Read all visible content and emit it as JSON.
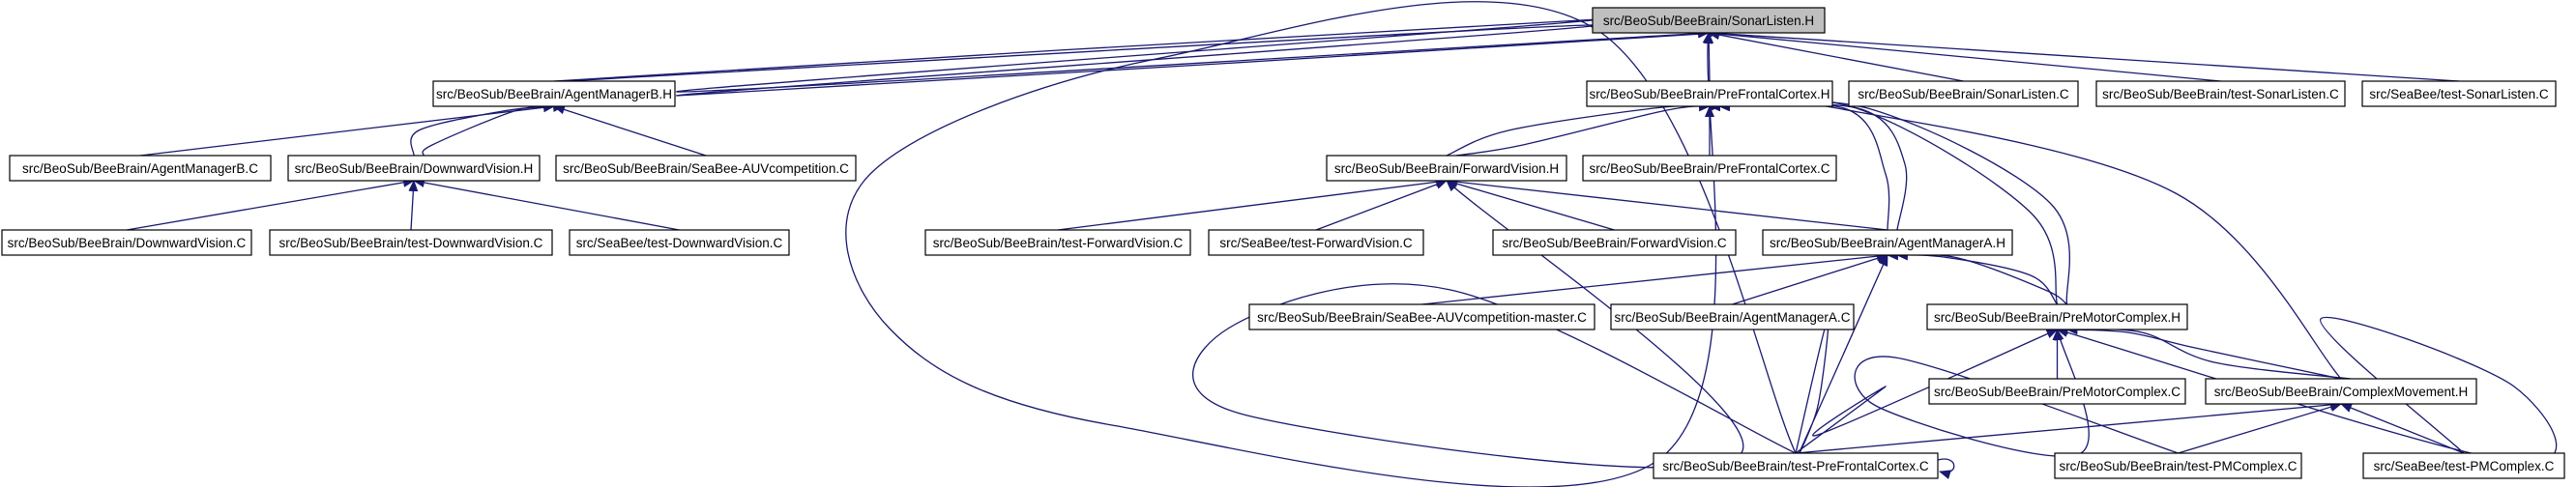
{
  "diagram": {
    "colors": {
      "edge": "#191970",
      "node_border": "#000000",
      "root_fill": "#bfbfbf",
      "node_fill": "#ffffff"
    },
    "nodes": [
      {
        "id": "sonarlisten_h",
        "label": "src/BeoSub/BeeBrain/SonarListen.H",
        "root": true
      },
      {
        "id": "agentmanagerb_h",
        "label": "src/BeoSub/BeeBrain/AgentManagerB.H"
      },
      {
        "id": "prefrontalcortex_h",
        "label": "src/BeoSub/BeeBrain/PreFrontalCortex.H"
      },
      {
        "id": "sonarlisten_c",
        "label": "src/BeoSub/BeeBrain/SonarListen.C"
      },
      {
        "id": "test_sonarlisten_c",
        "label": "src/BeoSub/BeeBrain/test-SonarListen.C"
      },
      {
        "id": "seabee_test_sonarlisten_c",
        "label": "src/SeaBee/test-SonarListen.C"
      },
      {
        "id": "agentmanagerb_c",
        "label": "src/BeoSub/BeeBrain/AgentManagerB.C"
      },
      {
        "id": "downwardvision_h",
        "label": "src/BeoSub/BeeBrain/DownwardVision.H"
      },
      {
        "id": "seabee_auvcompetition_c",
        "label": "src/BeoSub/BeeBrain/SeaBee-AUVcompetition.C"
      },
      {
        "id": "forwardvision_h",
        "label": "src/BeoSub/BeeBrain/ForwardVision.H"
      },
      {
        "id": "prefrontalcortex_c",
        "label": "src/BeoSub/BeeBrain/PreFrontalCortex.C"
      },
      {
        "id": "downwardvision_c",
        "label": "src/BeoSub/BeeBrain/DownwardVision.C"
      },
      {
        "id": "test_downwardvision_c",
        "label": "src/BeoSub/BeeBrain/test-DownwardVision.C"
      },
      {
        "id": "seabee_test_downwardvision_c",
        "label": "src/SeaBee/test-DownwardVision.C"
      },
      {
        "id": "test_forwardvision_c",
        "label": "src/BeoSub/BeeBrain/test-ForwardVision.C"
      },
      {
        "id": "seabee_test_forwardvision_c",
        "label": "src/SeaBee/test-ForwardVision.C"
      },
      {
        "id": "forwardvision_c",
        "label": "src/BeoSub/BeeBrain/ForwardVision.C"
      },
      {
        "id": "agentmanagera_h",
        "label": "src/BeoSub/BeeBrain/AgentManagerA.H"
      },
      {
        "id": "seabee_auvcompetition_master_c",
        "label": "src/BeoSub/BeeBrain/SeaBee-AUVcompetition-master.C"
      },
      {
        "id": "agentmanagera_c",
        "label": "src/BeoSub/BeeBrain/AgentManagerA.C"
      },
      {
        "id": "premotorcomplex_h",
        "label": "src/BeoSub/BeeBrain/PreMotorComplex.H"
      },
      {
        "id": "premotorcomplex_c",
        "label": "src/BeoSub/BeeBrain/PreMotorComplex.C"
      },
      {
        "id": "complexmovement_h",
        "label": "src/BeoSub/BeeBrain/ComplexMovement.H"
      },
      {
        "id": "test_prefrontalcortex_c",
        "label": "src/BeoSub/BeeBrain/test-PreFrontalCortex.C"
      },
      {
        "id": "test_pmcomplex_c",
        "label": "src/BeoSub/BeeBrain/test-PMComplex.C"
      },
      {
        "id": "seabee_test_pmcomplex_c",
        "label": "src/SeaBee/test-PMComplex.C"
      }
    ],
    "edges": [
      {
        "from": "agentmanagerb_h",
        "to": "sonarlisten_h"
      },
      {
        "from": "agentmanagerb_h",
        "to": "sonarlisten_h"
      },
      {
        "from": "prefrontalcortex_h",
        "to": "sonarlisten_h"
      },
      {
        "from": "sonarlisten_c",
        "to": "sonarlisten_h"
      },
      {
        "from": "test_sonarlisten_c",
        "to": "sonarlisten_h"
      },
      {
        "from": "seabee_test_sonarlisten_c",
        "to": "sonarlisten_h"
      },
      {
        "from": "test_prefrontalcortex_c",
        "to": "sonarlisten_h"
      },
      {
        "from": "agentmanagerb_c",
        "to": "agentmanagerb_h"
      },
      {
        "from": "downwardvision_h",
        "to": "agentmanagerb_h"
      },
      {
        "from": "downwardvision_h",
        "to": "agentmanagerb_h"
      },
      {
        "from": "seabee_auvcompetition_c",
        "to": "agentmanagerb_h"
      },
      {
        "from": "downwardvision_c",
        "to": "downwardvision_h"
      },
      {
        "from": "test_downwardvision_c",
        "to": "downwardvision_h"
      },
      {
        "from": "seabee_test_downwardvision_c",
        "to": "downwardvision_h"
      },
      {
        "from": "forwardvision_h",
        "to": "prefrontalcortex_h"
      },
      {
        "from": "forwardvision_h",
        "to": "prefrontalcortex_h"
      },
      {
        "from": "prefrontalcortex_c",
        "to": "prefrontalcortex_h"
      },
      {
        "from": "agentmanagera_h",
        "to": "prefrontalcortex_h"
      },
      {
        "from": "agentmanagera_h",
        "to": "prefrontalcortex_h"
      },
      {
        "from": "premotorcomplex_h",
        "to": "prefrontalcortex_h"
      },
      {
        "from": "premotorcomplex_h",
        "to": "prefrontalcortex_h"
      },
      {
        "from": "complexmovement_h",
        "to": "prefrontalcortex_h"
      },
      {
        "from": "test_forwardvision_c",
        "to": "forwardvision_h"
      },
      {
        "from": "seabee_test_forwardvision_c",
        "to": "forwardvision_h"
      },
      {
        "from": "forwardvision_c",
        "to": "forwardvision_h"
      },
      {
        "from": "agentmanagera_h",
        "to": "forwardvision_h"
      },
      {
        "from": "test_prefrontalcortex_c",
        "to": "forwardvision_h"
      },
      {
        "from": "seabee_auvcompetition_master_c",
        "to": "agentmanagera_h"
      },
      {
        "from": "agentmanagera_c",
        "to": "agentmanagera_h"
      },
      {
        "from": "premotorcomplex_h",
        "to": "agentmanagera_h"
      },
      {
        "from": "premotorcomplex_h",
        "to": "agentmanagera_h"
      },
      {
        "from": "test_prefrontalcortex_c",
        "to": "agentmanagera_h"
      },
      {
        "from": "premotorcomplex_c",
        "to": "premotorcomplex_h"
      },
      {
        "from": "complexmovement_h",
        "to": "premotorcomplex_h"
      },
      {
        "from": "complexmovement_h",
        "to": "premotorcomplex_h"
      },
      {
        "from": "test_prefrontalcortex_c",
        "to": "premotorcomplex_h"
      },
      {
        "from": "test_pmcomplex_c",
        "to": "premotorcomplex_h"
      },
      {
        "from": "seabee_test_pmcomplex_c",
        "to": "premotorcomplex_h"
      },
      {
        "from": "test_prefrontalcortex_c",
        "to": "complexmovement_h"
      },
      {
        "from": "test_pmcomplex_c",
        "to": "complexmovement_h"
      },
      {
        "from": "seabee_test_pmcomplex_c",
        "to": "complexmovement_h"
      },
      {
        "from": "test_prefrontalcortex_c",
        "to": "test_prefrontalcortex_c"
      }
    ]
  }
}
